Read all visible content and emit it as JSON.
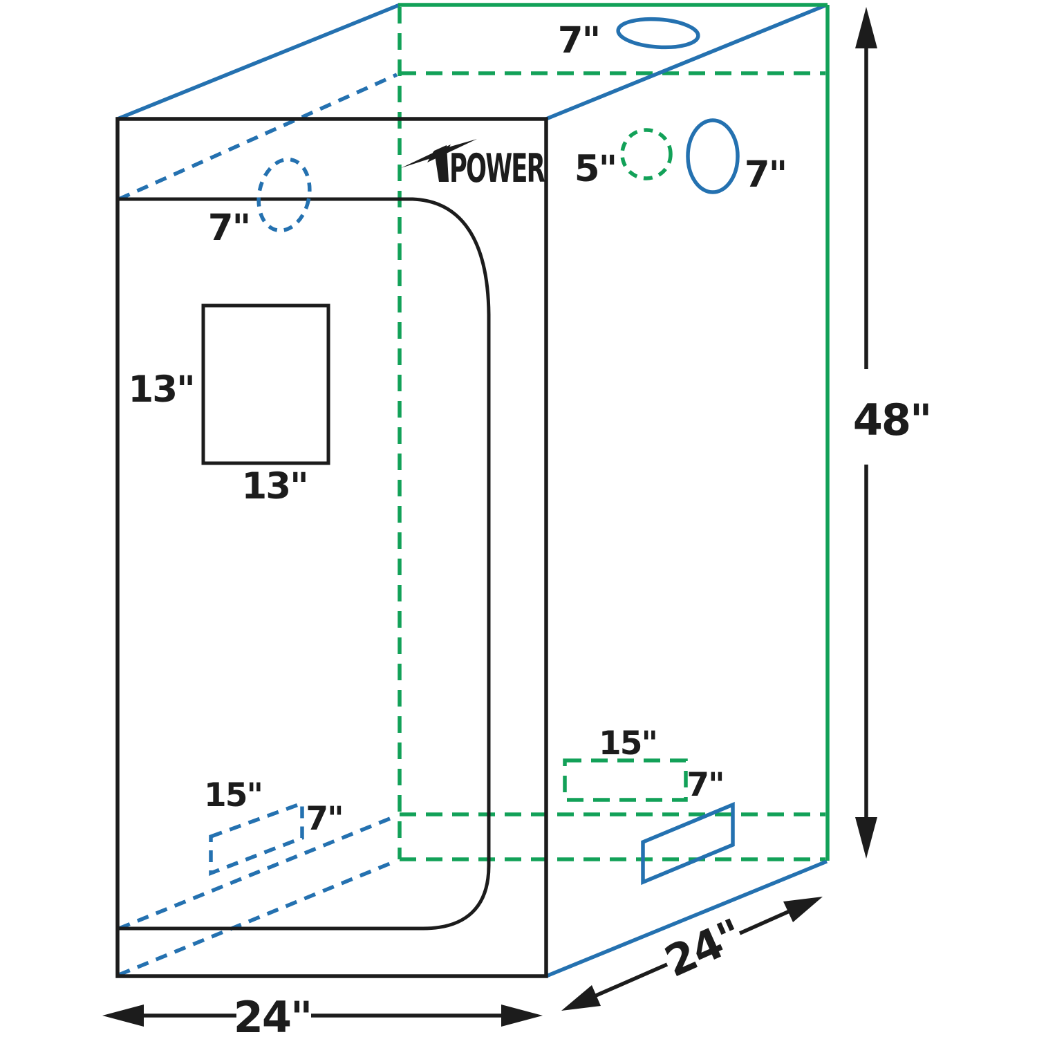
{
  "logo": {
    "text": "POWER",
    "mark": "lightning-bolt-icon"
  },
  "labels": {
    "top_oval_vent": "7\"",
    "back_circle_vent": "5\"",
    "right_oval_vent": "7\"",
    "front_circle_vent": "7\"",
    "window_height": "13\"",
    "window_width": "13\"",
    "left_duct_length": "15\"",
    "left_duct_height": "7\"",
    "back_duct_length": "15\"",
    "back_duct_height": "7\"",
    "tent_height": "48\"",
    "tent_width": "24\"",
    "tent_depth": "24\""
  },
  "colors": {
    "outline_black": "#1c1c1c",
    "visible_blue": "#2471b0",
    "hidden_green": "#12a158",
    "background": "#ffffff"
  }
}
